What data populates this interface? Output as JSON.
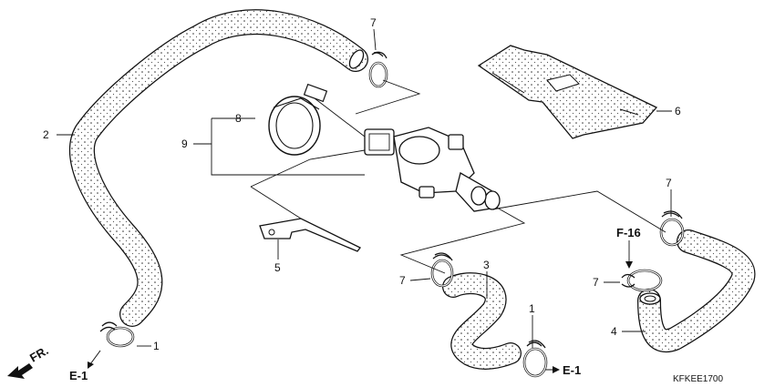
{
  "callouts": {
    "c1a": "1",
    "c1b": "1",
    "c2": "2",
    "c3": "3",
    "c4": "4",
    "c5": "5",
    "c6": "6",
    "c7a": "7",
    "c7b": "7",
    "c7c": "7",
    "c7d": "7",
    "c8": "8",
    "c9": "9"
  },
  "references": {
    "e1_left": "E-1",
    "e1_right": "E-1",
    "f16": "F-16"
  },
  "front_label": "FR.",
  "diagram_code": "KFKEE1700",
  "colors": {
    "hose_fill": "#d9d9d9",
    "line": "#111111",
    "background": "#ffffff"
  }
}
